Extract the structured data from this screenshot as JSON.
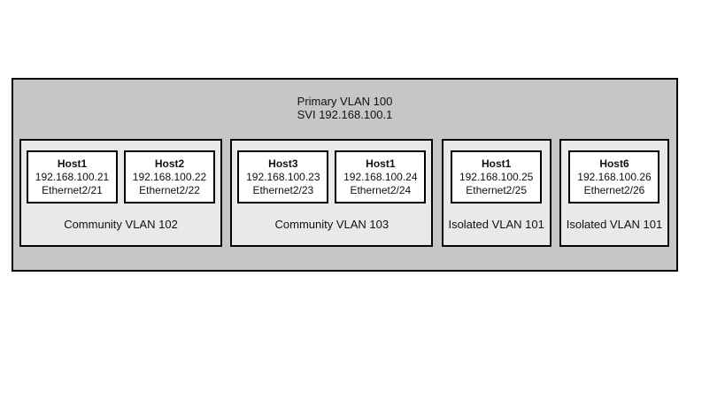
{
  "diagram": {
    "primary": {
      "title": "Primary VLAN 100",
      "svi": "SVI 192.168.100.1"
    },
    "vlans": [
      {
        "label": "Community VLAN 102",
        "type": "community",
        "hosts": [
          {
            "name": "Host1",
            "ip": "192.168.100.21",
            "port": "Ethernet2/21"
          },
          {
            "name": "Host2",
            "ip": "192.168.100.22",
            "port": "Ethernet2/22"
          }
        ]
      },
      {
        "label": "Community VLAN 103",
        "type": "community",
        "hosts": [
          {
            "name": "Host3",
            "ip": "192.168.100.23",
            "port": "Ethernet2/23"
          },
          {
            "name": "Host1",
            "ip": "192.168.100.24",
            "port": "Ethernet2/24"
          }
        ]
      },
      {
        "label": "Isolated VLAN 101",
        "type": "isolated",
        "hosts": [
          {
            "name": "Host1",
            "ip": "192.168.100.25",
            "port": "Ethernet2/25"
          }
        ]
      },
      {
        "label": "Isolated VLAN 101",
        "type": "isolated",
        "hosts": [
          {
            "name": "Host6",
            "ip": "192.168.100.26",
            "port": "Ethernet2/26"
          }
        ]
      }
    ],
    "colors": {
      "outer_bg": "#c6c6c6",
      "vlan_bg": "#e9e9e9",
      "host_bg": "#ffffff",
      "border": "#000000"
    }
  }
}
